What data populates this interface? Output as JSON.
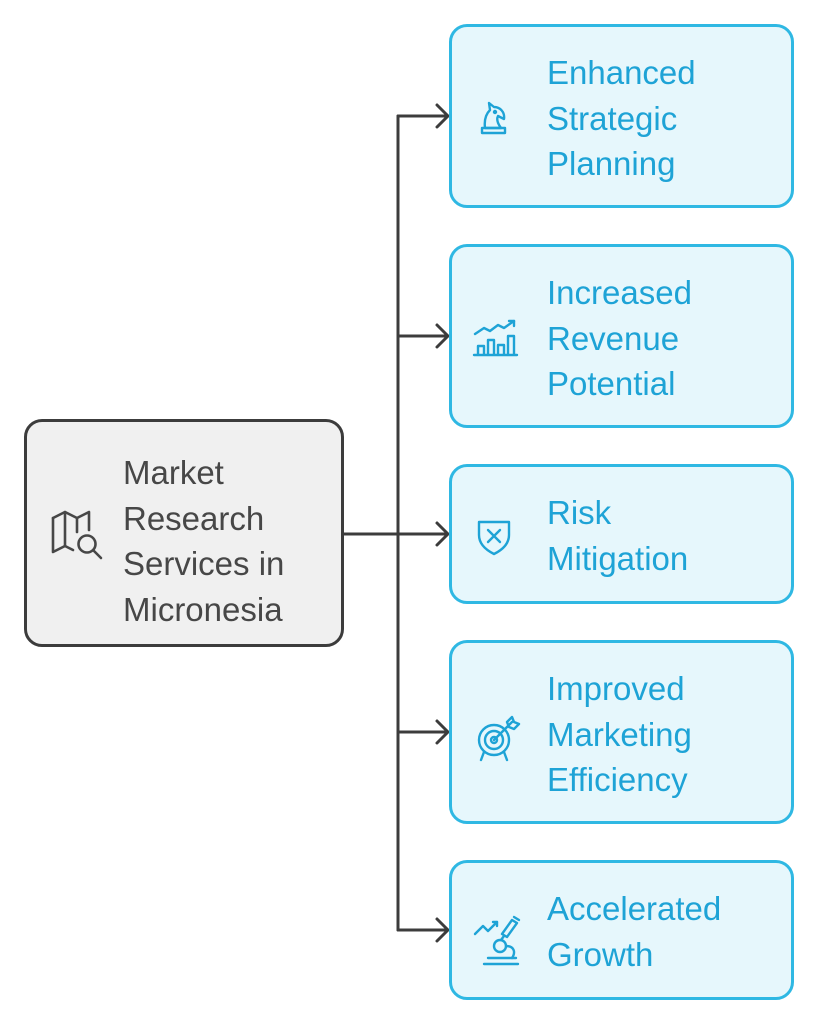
{
  "source": {
    "label_lines": [
      "Market",
      "Research",
      "Services in",
      "Micronesia"
    ],
    "icon": "map-search-icon"
  },
  "outcomes": [
    {
      "label_lines": [
        "Enhanced",
        "Strategic",
        "Planning"
      ],
      "icon": "chess-knight-icon"
    },
    {
      "label_lines": [
        "Increased",
        "Revenue",
        "Potential"
      ],
      "icon": "revenue-growth-chart-icon"
    },
    {
      "label_lines": [
        "Risk",
        "Mitigation"
      ],
      "icon": "shield-x-icon"
    },
    {
      "label_lines": [
        "Improved",
        "Marketing",
        "Efficiency"
      ],
      "icon": "target-arrow-icon"
    },
    {
      "label_lines": [
        "Accelerated",
        "Growth"
      ],
      "icon": "microscope-growth-icon"
    }
  ],
  "colors": {
    "source_fill": "#f0f0f0",
    "source_stroke": "#3c3c3c",
    "source_text": "#474747",
    "outcome_fill": "#e6f7fc",
    "outcome_stroke": "#2fb8e3",
    "outcome_text": "#1ea3d6",
    "connector": "#3c3c3c"
  }
}
